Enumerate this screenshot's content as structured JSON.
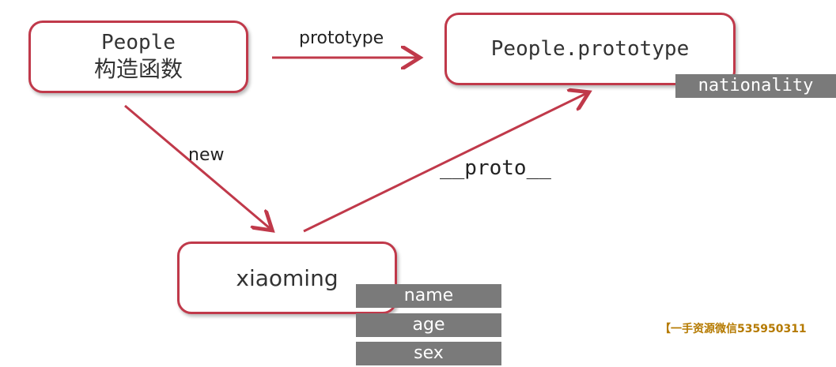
{
  "nodes": {
    "constructor": {
      "line1": "People",
      "line2": "构造函数"
    },
    "prototype": {
      "label": "People.prototype",
      "property": "nationality"
    },
    "instance": {
      "label": "xiaoming",
      "properties": [
        "name",
        "age",
        "sex"
      ]
    }
  },
  "edges": {
    "prototype_label": "prototype",
    "new_label": "new",
    "proto_label": "__proto__"
  },
  "colors": {
    "border": "#c0394a",
    "arrow": "#c0394a",
    "property_bg": "#7a7a7a"
  },
  "watermark": "【一手资源微信535950311"
}
